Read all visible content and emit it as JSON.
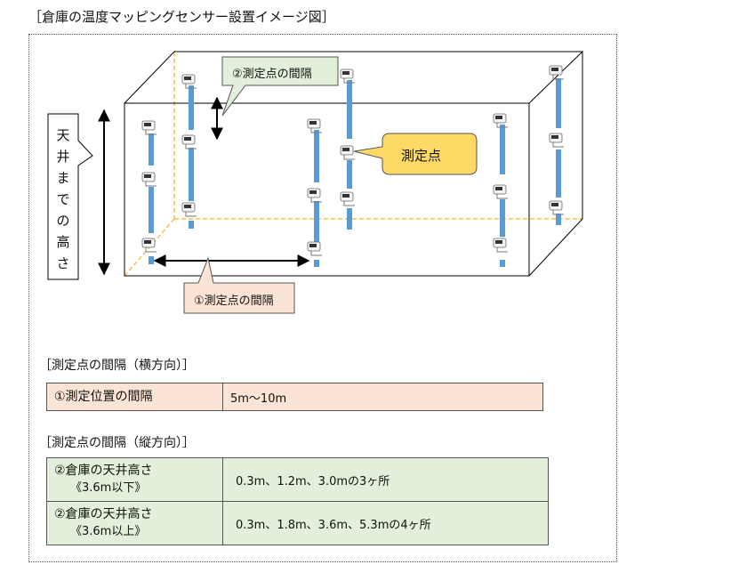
{
  "page_title": "［倉庫の温度マッピングセンサー設置イメージ図］",
  "callouts": {
    "vertical_interval": "②測定点の間隔",
    "horizontal_interval": "①測定点の間隔",
    "measurement_point": "測定点",
    "ceiling_height_chars": [
      "天",
      "井",
      "ま",
      "で",
      "の",
      "高",
      "さ"
    ]
  },
  "horizontal_section": {
    "title": "［測定点の間隔（横方向）］",
    "rows": [
      {
        "label": "①測定位置の間隔",
        "value": "5m〜10m"
      }
    ]
  },
  "vertical_section": {
    "title": "［測定点の間隔（縦方向）］",
    "rows": [
      {
        "label": "②倉庫の天井高さ",
        "sub": "《3.6m以下》",
        "value": "0.3m、1.2m、3.0mの3ヶ所"
      },
      {
        "label": "②倉庫の天井高さ",
        "sub": "《3.6m以上》",
        "value": "0.3m、1.8m、3.6m、5.3mの4ヶ所"
      }
    ]
  },
  "colors": {
    "pole": "#5b9bd5",
    "dashed_floor": "#f2c14e",
    "yellow_callout": "#ffd966",
    "green_callout": "#e2efda",
    "pink_callout": "#fbe3d6"
  }
}
